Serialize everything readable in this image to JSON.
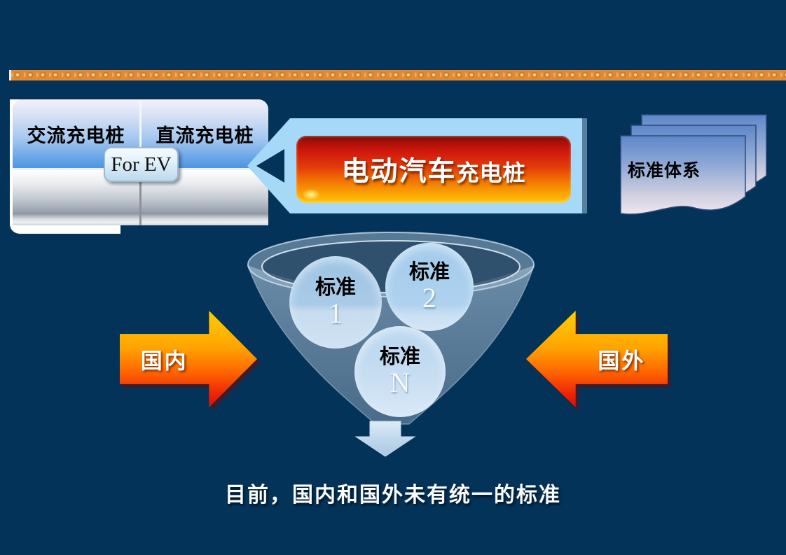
{
  "slide": {
    "charger_table": {
      "headers": [
        "交流充电桩",
        "直流充电桩"
      ],
      "overlay_label": "For EV"
    },
    "banner": {
      "title_main": "电动汽车",
      "title_sub": "充电桩"
    },
    "docs": {
      "label": "标准体系"
    },
    "funnel": {
      "circles": [
        {
          "label": "标准",
          "number": "1"
        },
        {
          "label": "标准",
          "number": "2"
        },
        {
          "label": "标准",
          "number": "N"
        }
      ]
    },
    "arrows": {
      "left_label": "国内",
      "right_label": "国外"
    },
    "caption": "目前，国内和国外未有统一的标准"
  },
  "colors": {
    "background": "#04335a",
    "border_orange": "#e08a36",
    "banner_blue": "#a6d8f8",
    "button_red_top": "#a80f08",
    "button_yellow_bottom": "#ffc30a",
    "arrow_gradient_top": "#ffce00",
    "arrow_gradient_bottom": "#dd0f05",
    "circle_blue": "#aed2ee",
    "doc_blue_top": "#5d87c9",
    "doc_pink_bottom": "#efe4ee",
    "silver_row": "#c9ced5"
  }
}
